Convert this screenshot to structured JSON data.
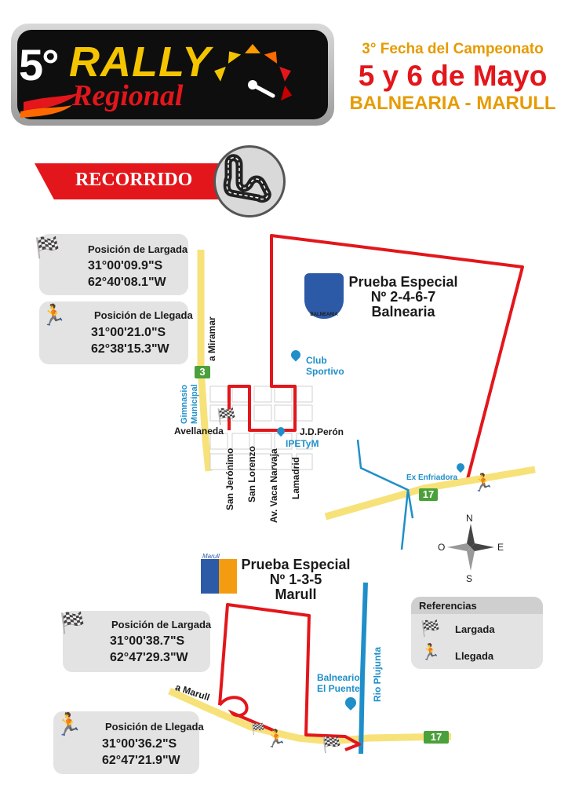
{
  "header": {
    "number": "5°",
    "rally": "RALLY",
    "regional": "Regional",
    "subtitle": "3° Fecha del Campeonato",
    "date": "5 y 6 de Mayo",
    "places": "BALNEARIA - MARULL"
  },
  "banner": {
    "label": "RECORRIDO"
  },
  "north_stage": {
    "start": {
      "title": "Posición de Largada",
      "lat": "31°00'09.9\"S",
      "lon": "62°40'08.1\"W"
    },
    "finish": {
      "title": "Posición de Llegada",
      "lat": "31°00'21.0\"S",
      "lon": "62°38'15.3\"W"
    },
    "prueba": {
      "line1": "Prueba Especial",
      "line2": "Nº 2-4-6-7",
      "line3": "Balnearia"
    },
    "crest_text": "BALNEARIA"
  },
  "south_stage": {
    "start": {
      "title": "Posición de Largada",
      "lat": "31°00'38.7\"S",
      "lon": "62°47'29.3\"W"
    },
    "finish": {
      "title": "Posición de Llegada",
      "lat": "31°00'36.2\"S",
      "lon": "62°47'21.9\"W"
    },
    "prueba": {
      "line1": "Prueba Especial",
      "line2": "Nº 1-3-5",
      "line3": "Marull"
    },
    "crest_text": "Marull"
  },
  "map_labels": {
    "a_miramar": "a Miramar",
    "route3": "3",
    "gimnasio_1": "Gimnasio",
    "gimnasio_2": "Municipal",
    "club_1": "Club",
    "club_2": "Sportivo",
    "avellaneda": "Avellaneda",
    "jdperon": "J.D.Perón",
    "ipetym": "IPETyM",
    "san_jeronimo": "San Jerónimo",
    "san_lorenzo": "San Lorenzo",
    "vaca_narvaja": "Av. Vaca Narvaja",
    "lamadrid": "Lamadrid",
    "ex_enfriadora": "Ex Enfriadora",
    "route17_a": "17",
    "route17_b": "17",
    "a_marull": "a Marull",
    "balneario_1": "Balneario",
    "balneario_2": "El Puente",
    "rio": "Rio Plujunta"
  },
  "compass": {
    "n": "N",
    "s": "S",
    "e": "E",
    "o": "O"
  },
  "legend": {
    "title": "Referencias",
    "start": "Largada",
    "finish": "Llegada"
  },
  "colors": {
    "route_red": "#e3161b",
    "road_yellow": "#f7e27a",
    "water_blue": "#1f8fc9",
    "badge_green": "#4aa03a"
  }
}
